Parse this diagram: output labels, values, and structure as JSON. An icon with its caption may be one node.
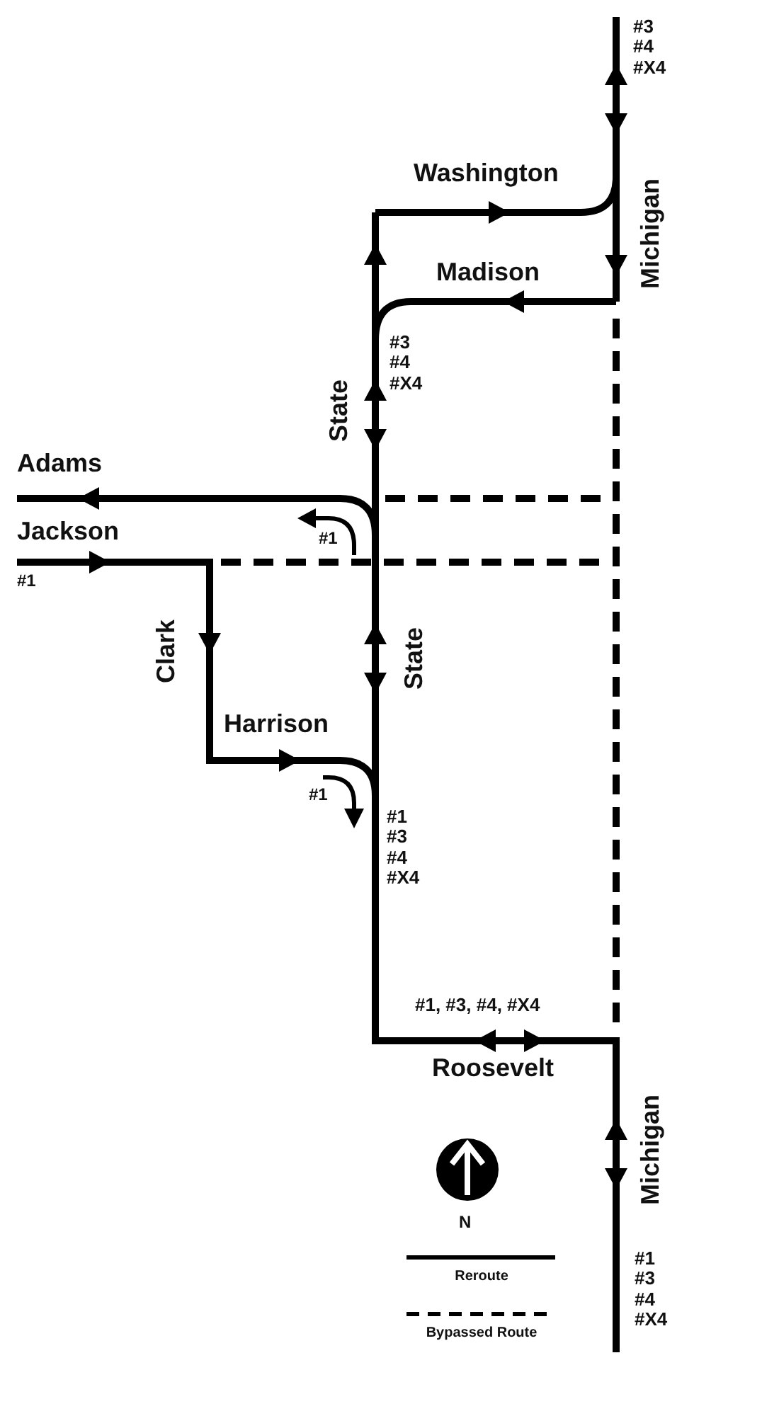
{
  "diagram": {
    "labels": [
      "#3 #4 #X4",
      "Washington",
      "Michigan",
      "Madison",
      "#3 #4 #X4",
      "State",
      "Adams",
      "#1",
      "Jackson",
      "#1",
      "Clark",
      "State",
      "Harrison",
      "#1",
      "#1 #3 #4 #X4",
      "#1, #3, #4, #X4",
      "Roosevelt",
      "Michigan",
      "N",
      "#1 #3 #4 #X4"
    ],
    "legend": [
      {
        "text": "Reroute"
      },
      {
        "text": "Bypassed Route"
      }
    ]
  }
}
